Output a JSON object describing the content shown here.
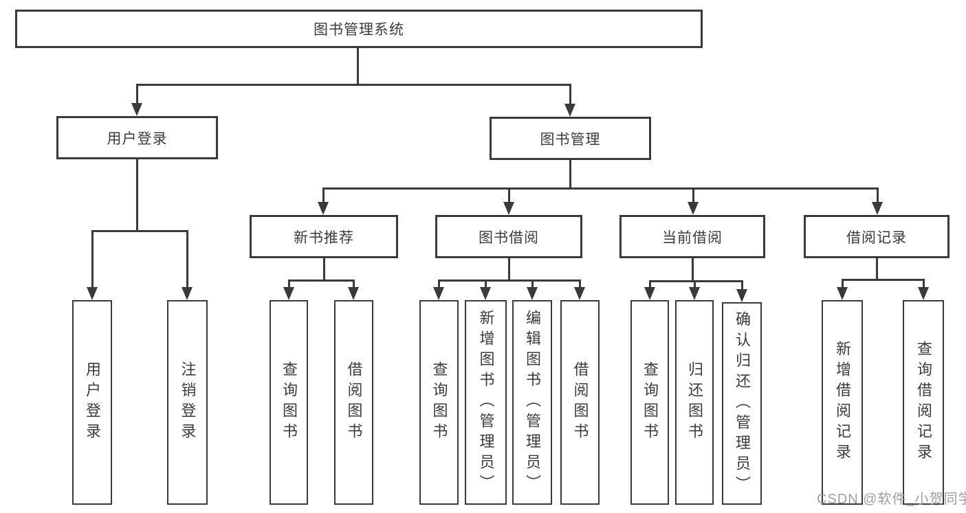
{
  "nodes": {
    "root": "图书管理系统",
    "user_login": "用户登录",
    "book_mgmt": "图书管理",
    "new_book_rec": "新书推荐",
    "book_borrow": "图书借阅",
    "current_borrow": "当前借阅",
    "borrow_records": "借阅记录",
    "leaf_user_login": "用户登录",
    "leaf_logout": "注销登录",
    "leaf_query_book_a": "查询图书",
    "leaf_borrow_book_a": "借阅图书",
    "leaf_query_book_b": "查询图书",
    "leaf_add_book": "新增图书（管理员）",
    "leaf_edit_book": "编辑图书（管理员）",
    "leaf_borrow_book_b": "借阅图书",
    "leaf_query_book_c": "查询图书",
    "leaf_return_book": "归还图书",
    "leaf_confirm_return": "确认归还（管理员）",
    "leaf_add_record": "新增借阅记录",
    "leaf_query_record": "查询借阅记录"
  },
  "hierarchy": {
    "图书管理系统": {
      "用户登录": [
        "用户登录",
        "注销登录"
      ],
      "图书管理": {
        "新书推荐": [
          "查询图书",
          "借阅图书"
        ],
        "图书借阅": [
          "查询图书",
          "新增图书（管理员）",
          "编辑图书（管理员）",
          "借阅图书"
        ],
        "当前借阅": [
          "查询图书",
          "归还图书",
          "确认归还（管理员）"
        ],
        "借阅记录": [
          "新增借阅记录",
          "查询借阅记录"
        ]
      }
    }
  },
  "watermark": "CSDN @软件_小贺同学",
  "colors": {
    "line": "#3a3a3a",
    "text": "#3b3b3b",
    "box_background": "#ffffff",
    "page_background": "#ffffff",
    "watermark": "#9e9e9e"
  }
}
